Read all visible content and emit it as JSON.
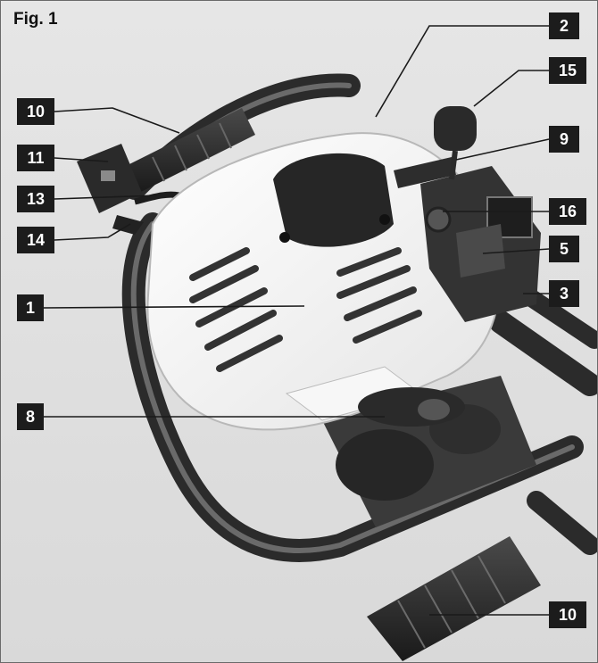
{
  "figure": {
    "title": "Fig. 1"
  },
  "callouts": [
    {
      "id": "c10a",
      "number": "10",
      "points_to": "upper-handle-grip"
    },
    {
      "id": "c11",
      "number": "11",
      "points_to": "throttle-switch-housing"
    },
    {
      "id": "c13",
      "number": "13",
      "points_to": "throttle-lever"
    },
    {
      "id": "c14",
      "number": "14",
      "points_to": "throttle-lock"
    },
    {
      "id": "c1",
      "number": "1",
      "points_to": "engine-cover"
    },
    {
      "id": "c8",
      "number": "8",
      "points_to": "gearbox-collar"
    },
    {
      "id": "c2",
      "number": "2",
      "points_to": "frame"
    },
    {
      "id": "c15",
      "number": "15",
      "points_to": "fuel-cap"
    },
    {
      "id": "c9",
      "number": "9",
      "points_to": "choke-lever"
    },
    {
      "id": "c16",
      "number": "16",
      "points_to": "primer-bulb"
    },
    {
      "id": "c5",
      "number": "5",
      "points_to": "air-filter"
    },
    {
      "id": "c3",
      "number": "3",
      "points_to": "engine-housing"
    },
    {
      "id": "c10b",
      "number": "10",
      "points_to": "lower-handle-grip"
    }
  ],
  "colors": {
    "label_bg": "#1c1c1c",
    "label_text": "#ffffff",
    "leader_line": "#1a1a1a"
  }
}
